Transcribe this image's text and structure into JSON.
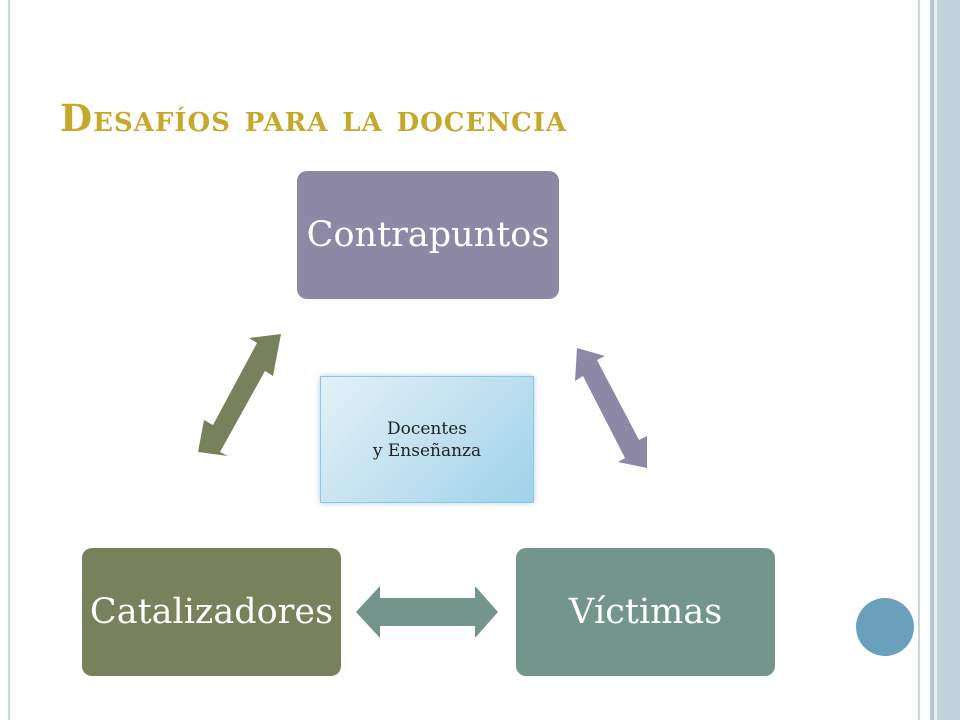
{
  "title": "Desafíos para la docencia",
  "diagram": {
    "nodes": {
      "top": "Contrapuntos",
      "left": "Catalizadores",
      "right": "Víctimas",
      "center_line1": "Docentes",
      "center_line2": "y Enseñanza"
    }
  },
  "colors": {
    "title": "#c5a92a",
    "top_node": "#8c88a6",
    "left_node": "#77825c",
    "right_node": "#74958c",
    "accent_circle": "#6aa0bb"
  }
}
